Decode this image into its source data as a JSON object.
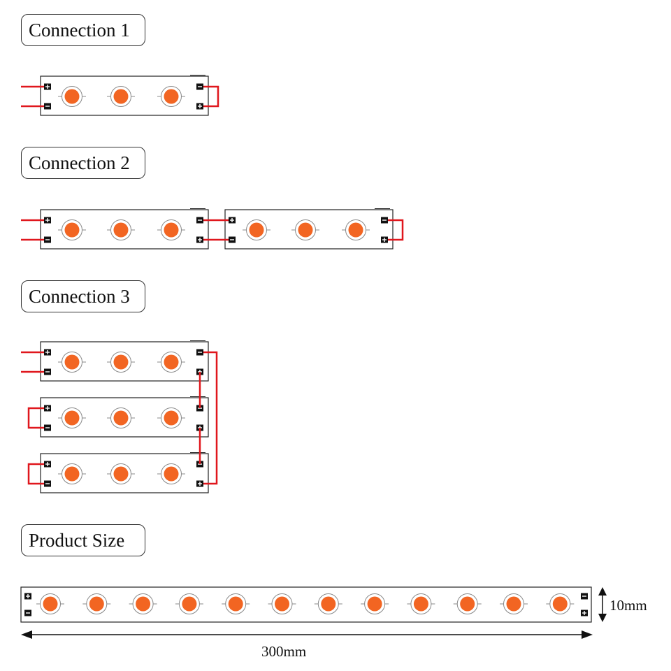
{
  "sections": {
    "connection1": {
      "title": "Connection 1"
    },
    "connection2": {
      "title": "Connection 2"
    },
    "connection3": {
      "title": "Connection 3"
    },
    "product_size": {
      "title": "Product Size"
    }
  },
  "dimensions": {
    "height": "10mm",
    "width": "300mm"
  },
  "colors": {
    "led": "#f26522",
    "wire": "#e0171d",
    "outline": "#222222",
    "pad": "#111111"
  },
  "icons": {
    "led": "led-chip-icon",
    "positive": "plus-pad-icon",
    "negative": "minus-pad-icon",
    "dimension_arrow": "double-arrow-icon"
  }
}
